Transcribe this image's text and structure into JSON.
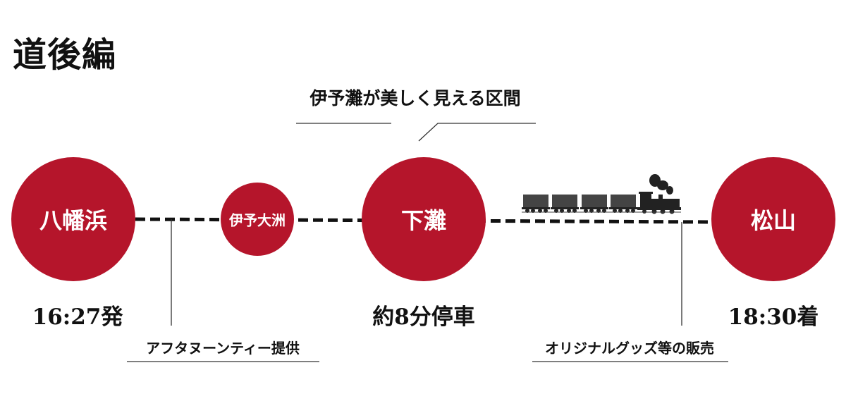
{
  "title": "道後編",
  "accent_color": "#b5152b",
  "stations": [
    {
      "name": "八幡浜",
      "time": "16:27発"
    },
    {
      "name": "伊予大洲"
    },
    {
      "name": "下灘",
      "time": "約8分停車"
    },
    {
      "name": "松山",
      "time": "18:30着"
    }
  ],
  "notes": {
    "scenic": "伊予灘が美しく見える区間",
    "afternoon_tea": "アフタヌーンティー提供",
    "goods": "オリジナルグッズ等の販売"
  },
  "icons": [
    "steam-train-icon"
  ]
}
